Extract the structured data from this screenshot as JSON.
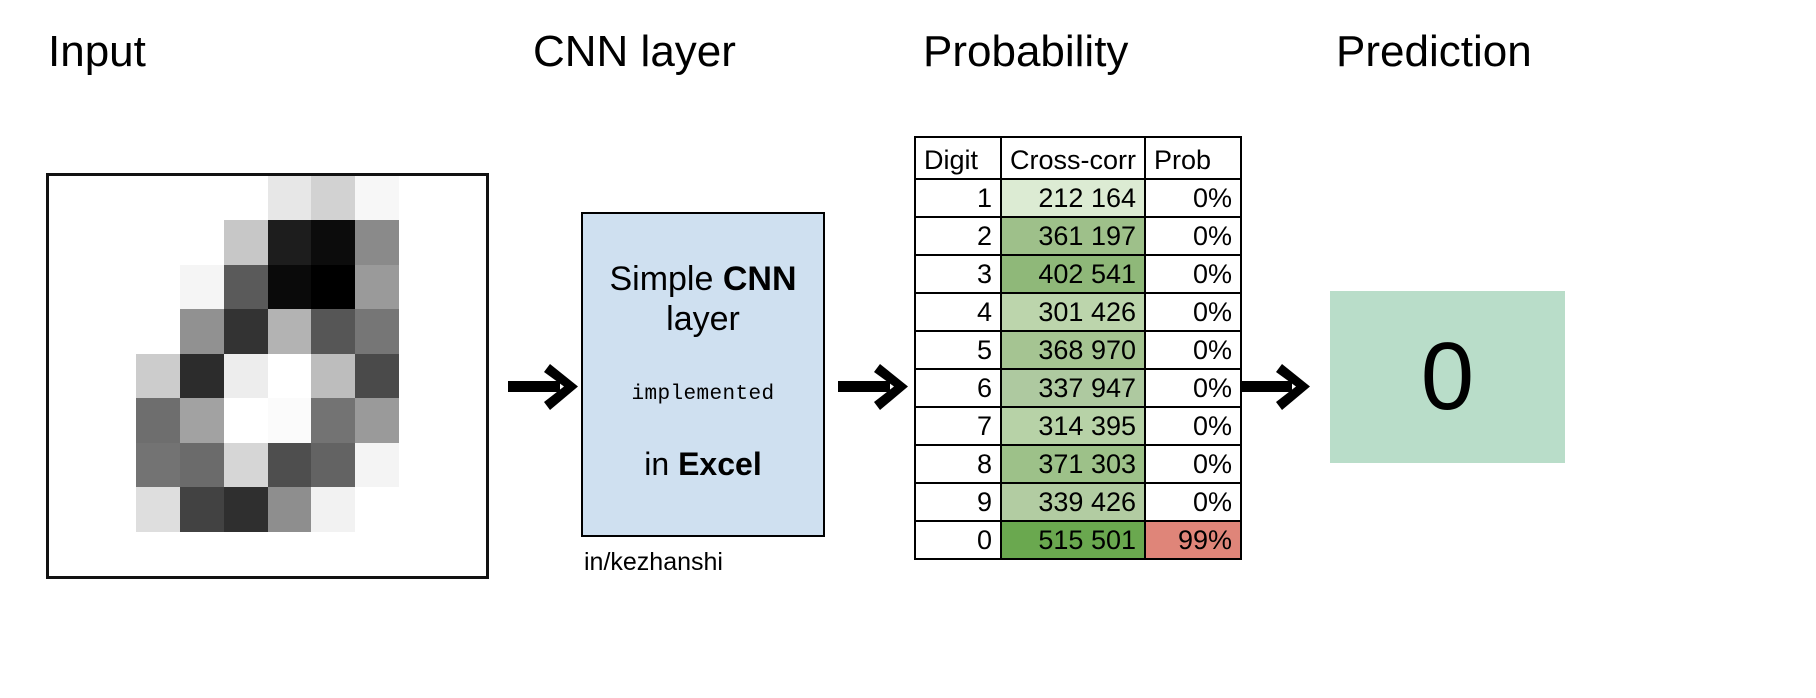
{
  "headings": {
    "input": "Input",
    "cnn_layer": "CNN layer",
    "probability": "Probability",
    "prediction": "Prediction"
  },
  "input_panel": {
    "description": "28x28-style low resolution grayscale handwritten digit",
    "grid": {
      "cols": 10,
      "rows": 9,
      "pixels": [
        "#ffffff",
        "#ffffff",
        "#ffffff",
        "#ffffff",
        "#ffffff",
        "#e7e7e7",
        "#d2d2d2",
        "#f7f7f7",
        "#ffffff",
        "#ffffff",
        "#ffffff",
        "#ffffff",
        "#ffffff",
        "#ffffff",
        "#c7c7c7",
        "#1d1d1d",
        "#0c0c0c",
        "#8a8a8a",
        "#ffffff",
        "#ffffff",
        "#ffffff",
        "#ffffff",
        "#ffffff",
        "#f5f5f5",
        "#5a5a5a",
        "#0a0a0a",
        "#000000",
        "#9a9a9a",
        "#ffffff",
        "#ffffff",
        "#ffffff",
        "#ffffff",
        "#ffffff",
        "#919191",
        "#333333",
        "#b3b3b3",
        "#565656",
        "#767676",
        "#ffffff",
        "#ffffff",
        "#ffffff",
        "#ffffff",
        "#cccccc",
        "#2c2c2c",
        "#ededed",
        "#ffffff",
        "#bdbdbd",
        "#4a4a4a",
        "#ffffff",
        "#ffffff",
        "#ffffff",
        "#ffffff",
        "#6e6e6e",
        "#a2a2a2",
        "#ffffff",
        "#fbfbfb",
        "#737373",
        "#9a9a9a",
        "#ffffff",
        "#ffffff",
        "#ffffff",
        "#ffffff",
        "#737373",
        "#6b6b6b",
        "#d6d6d6",
        "#4e4e4e",
        "#636363",
        "#f4f4f4",
        "#ffffff",
        "#ffffff",
        "#ffffff",
        "#ffffff",
        "#dedede",
        "#424242",
        "#2f2f2f",
        "#8e8e8e",
        "#f2f2f2",
        "#ffffff",
        "#ffffff",
        "#ffffff",
        "#ffffff",
        "#ffffff",
        "#ffffff",
        "#ffffff",
        "#ffffff",
        "#ffffff",
        "#ffffff",
        "#ffffff",
        "#ffffff",
        "#ffffff"
      ]
    }
  },
  "cnn_box": {
    "line1_plain": "Simple ",
    "line1_bold": "CNN",
    "line2": "layer",
    "implemented": "implemented",
    "line3_plain": "in ",
    "line3_bold": "Excel",
    "caption": "in/kezhanshi",
    "fill_color": "#cfe0f0"
  },
  "prob_table": {
    "columns": [
      "Digit",
      "Cross-corr",
      "Prob"
    ],
    "rows": [
      {
        "digit": "1",
        "cross_corr": "212 164",
        "prob": "0%",
        "cc_color": "#dcebd3",
        "prob_color": "#ffffff"
      },
      {
        "digit": "2",
        "cross_corr": "361 197",
        "prob": "0%",
        "cc_color": "#9ec08a",
        "prob_color": "#ffffff"
      },
      {
        "digit": "3",
        "cross_corr": "402 541",
        "prob": "0%",
        "cc_color": "#8fb879",
        "prob_color": "#ffffff"
      },
      {
        "digit": "4",
        "cross_corr": "301 426",
        "prob": "0%",
        "cc_color": "#bcd5ac",
        "prob_color": "#ffffff"
      },
      {
        "digit": "5",
        "cross_corr": "368 970",
        "prob": "0%",
        "cc_color": "#a5c492",
        "prob_color": "#ffffff"
      },
      {
        "digit": "6",
        "cross_corr": "337 947",
        "prob": "0%",
        "cc_color": "#aec9a0",
        "prob_color": "#ffffff"
      },
      {
        "digit": "7",
        "cross_corr": "314 395",
        "prob": "0%",
        "cc_color": "#b7d2a7",
        "prob_color": "#ffffff"
      },
      {
        "digit": "8",
        "cross_corr": "371 303",
        "prob": "0%",
        "cc_color": "#9dc189",
        "prob_color": "#ffffff"
      },
      {
        "digit": "9",
        "cross_corr": "339 426",
        "prob": "0%",
        "cc_color": "#b2cca2",
        "prob_color": "#ffffff"
      },
      {
        "digit": "0",
        "cross_corr": "515 501",
        "prob": "99%",
        "cc_color": "#6aa84f",
        "prob_color": "#df8579"
      }
    ]
  },
  "prediction": {
    "value": "0",
    "fill_color": "#b9ddc9"
  },
  "icons": {
    "arrow_1": "arrow-right-icon",
    "arrow_2": "arrow-right-icon",
    "arrow_3": "arrow-right-icon"
  }
}
